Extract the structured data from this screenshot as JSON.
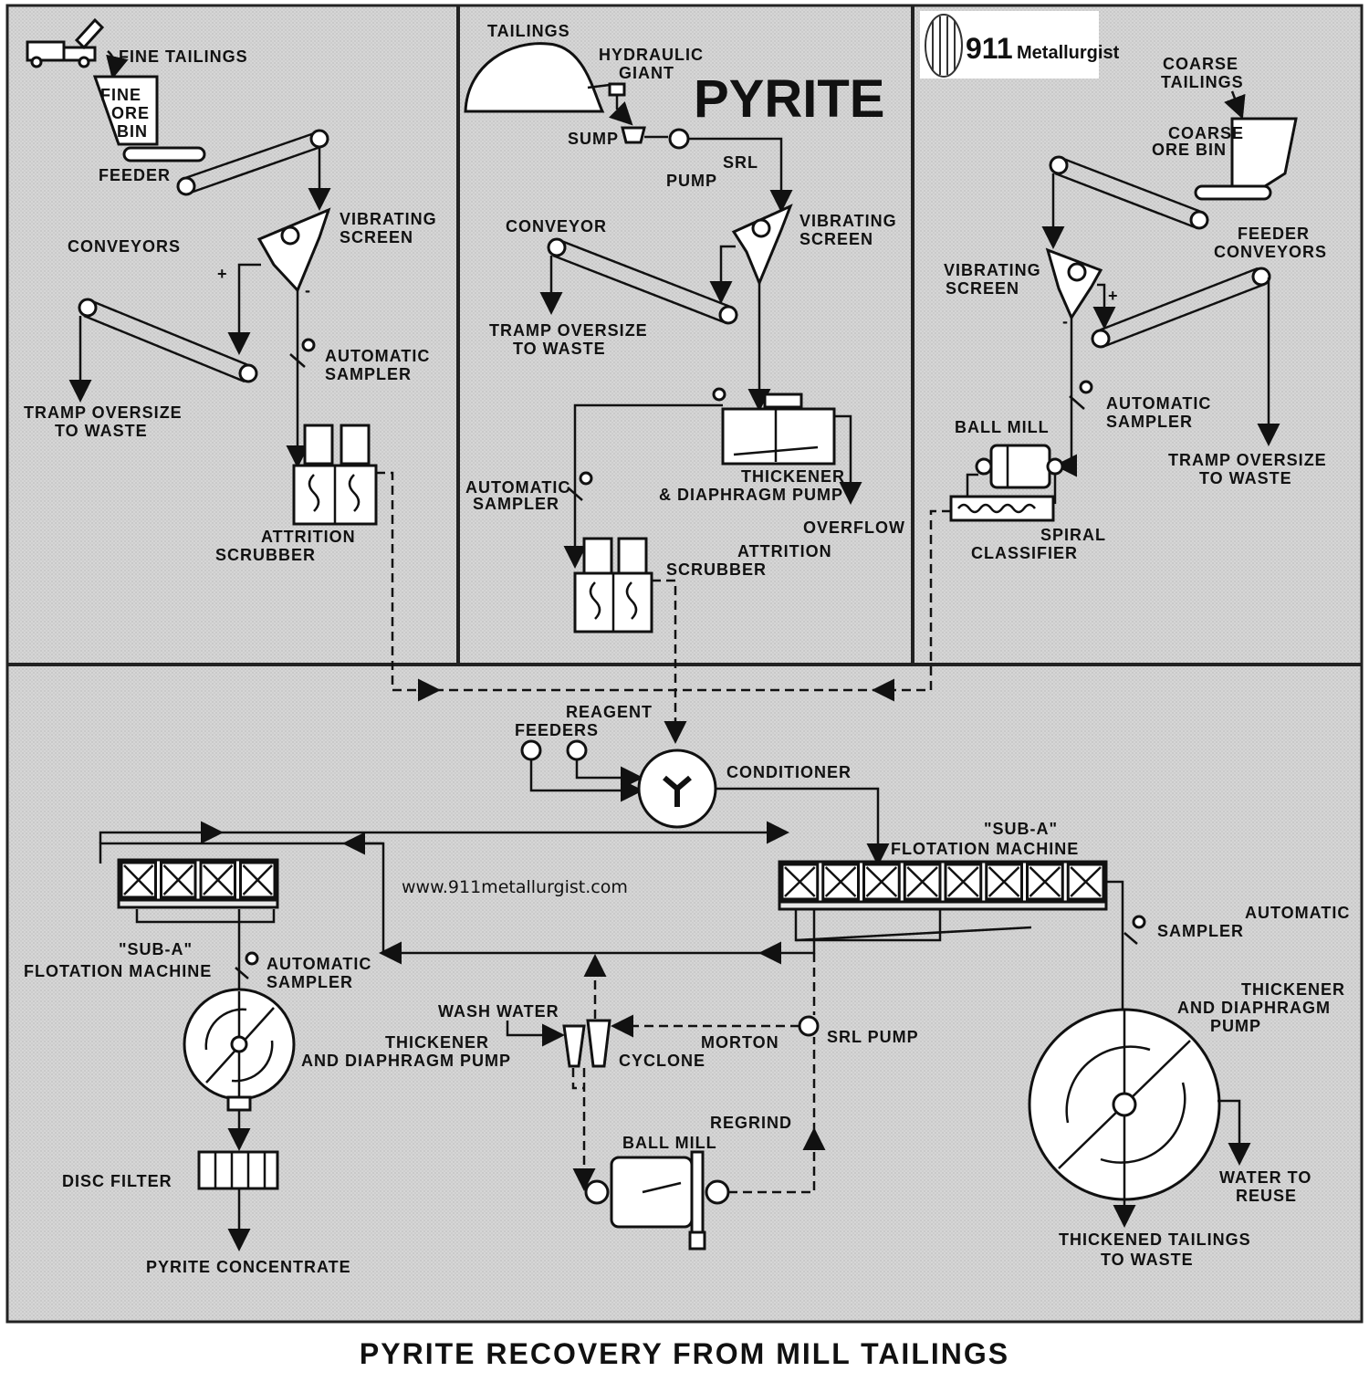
{
  "header": {
    "title": "PYRITE",
    "logo_number": "911",
    "logo_text": "Metallurgist"
  },
  "panel1": {
    "fine_tailings": "FINE TAILINGS",
    "bin_1": "FINE",
    "bin_2": "ORE",
    "bin_3": "BIN",
    "feeder": "FEEDER",
    "conveyors": "CONVEYORS",
    "screen_1": "VIBRATING",
    "screen_2": "SCREEN",
    "sampler_1": "AUTOMATIC",
    "sampler_2": "SAMPLER",
    "tramp_1": "TRAMP OVERSIZE",
    "tramp_2": "TO WASTE",
    "scrubber_1": "ATTRITION",
    "scrubber_2": "SCRUBBER",
    "plus": "+",
    "minus": "-"
  },
  "panel2": {
    "tailings": "TAILINGS",
    "giant_1": "HYDRAULIC",
    "giant_2": "GIANT",
    "sump": "SUMP",
    "srl": "SRL",
    "pump": "PUMP",
    "conveyor": "CONVEYOR",
    "screen_1": "VIBRATING",
    "screen_2": "SCREEN",
    "tramp_1": "TRAMP OVERSIZE",
    "tramp_2": "TO WASTE",
    "thickener_1": "THICKENER",
    "thickener_2": "& DIAPHRAGM PUMP",
    "overflow": "OVERFLOW",
    "sampler_1": "AUTOMATIC",
    "sampler_2": "SAMPLER",
    "scrubber_1": "ATTRITION",
    "scrubber_2": "SCRUBBER"
  },
  "panel3": {
    "coarse_1": "COARSE",
    "coarse_2": "TAILINGS",
    "bin_1": "COARSE",
    "bin_2": "ORE BIN",
    "feeder_1": "FEEDER",
    "feeder_2": "CONVEYORS",
    "screen_1": "VIBRATING",
    "screen_2": "SCREEN",
    "sampler_1": "AUTOMATIC",
    "sampler_2": "SAMPLER",
    "ball_mill": "BALL MILL",
    "tramp_1": "TRAMP OVERSIZE",
    "tramp_2": "TO WASTE",
    "spiral_1": "SPIRAL",
    "spiral_2": "CLASSIFIER",
    "plus": "+",
    "minus": "-"
  },
  "bottom": {
    "reagent_1": "REAGENT",
    "reagent_2": "FEEDERS",
    "conditioner": "CONDITIONER",
    "flot_right_1": "\"SUB-A\"",
    "flot_right_2": "FLOTATION MACHINE",
    "url": "www.911metallurgist.com",
    "flot_left_1": "\"SUB-A\"",
    "flot_left_2": "FLOTATION MACHINE",
    "sampler_left_1": "AUTOMATIC",
    "sampler_left_2": "SAMPLER",
    "wash_water": "WASH WATER",
    "thick_left_1": "THICKENER",
    "thick_left_2": "AND DIAPHRAGM PUMP",
    "cyclone_1": "MORTON",
    "cyclone_2": "CYCLONE",
    "srl_pump": "SRL PUMP",
    "regrind_1": "REGRIND",
    "regrind_2": "BALL MILL",
    "disc_filter": "DISC FILTER",
    "concentrate": "PYRITE CONCENTRATE",
    "sampler_right_1": "AUTOMATIC",
    "sampler_right_2": "SAMPLER",
    "thick_right_1": "THICKENER",
    "thick_right_2": "AND DIAPHRAGM",
    "thick_right_3": "PUMP",
    "water_1": "WATER TO",
    "water_2": "REUSE",
    "tails_1": "THICKENED TAILINGS",
    "tails_2": "TO WASTE"
  },
  "caption": "PYRITE RECOVERY FROM MILL TAILINGS",
  "colors": {
    "panel_bg": "#d6d6d6",
    "ink": "#111111",
    "frame": "#222222"
  }
}
